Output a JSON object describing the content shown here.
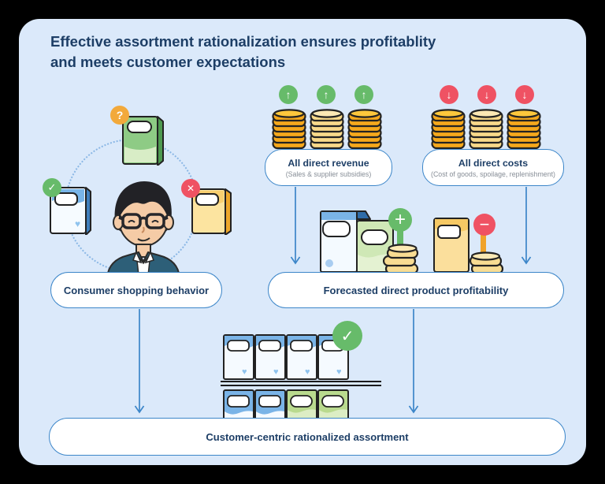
{
  "title": "Effective assortment rationalization ensures profitablity\nand meets customer expectations",
  "nodes": {
    "consumer": {
      "label": "Consumer shopping behavior"
    },
    "revenue": {
      "title": "All direct revenue",
      "subtitle": "(Sales & supplier subsidies)"
    },
    "costs": {
      "title": "All direct costs",
      "subtitle": "(Cost of goods, spoilage, replenishment)"
    },
    "forecast": {
      "label": "Forecasted direct product profitability"
    },
    "outcome": {
      "label": "Customer-centric rationalized assortment"
    }
  },
  "icons": {
    "question": "?",
    "check": "✓",
    "cross": "✕",
    "plus": "+",
    "minus": "−",
    "arrow_up": "↑",
    "arrow_down": "↓",
    "heart": "♥"
  },
  "colors": {
    "background": "#dbe9fa",
    "frame": "#000000",
    "heading_text": "#1d3e66",
    "pill_border": "#3c86c9",
    "subtext": "#868d96",
    "positive_green": "#67bb6a",
    "negative_red": "#ef5263",
    "warning_orange": "#f2a93b",
    "flow_arrow": "#3c86c9",
    "coin_gold": "#f5a81c",
    "coin_light": "#f8d98a"
  }
}
